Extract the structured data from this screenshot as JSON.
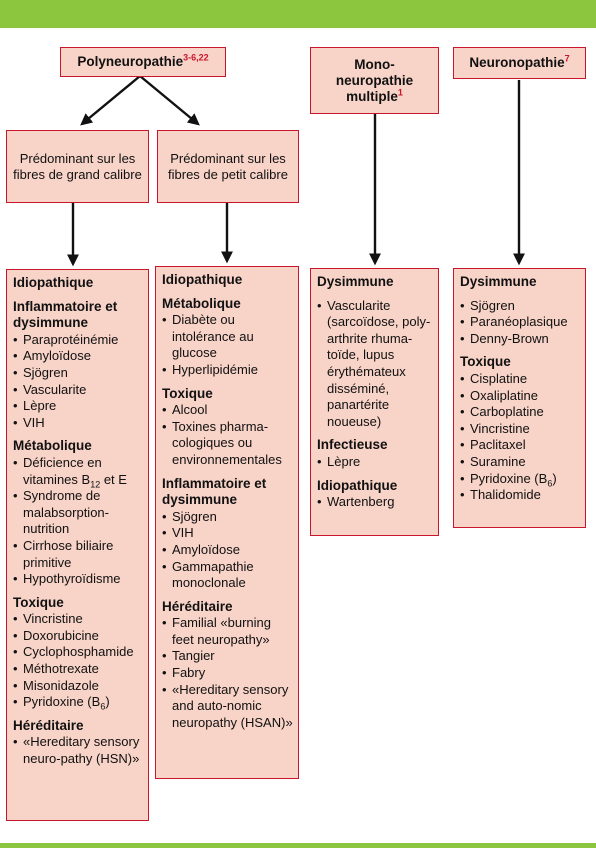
{
  "top_nodes": {
    "poly": {
      "label": "Polyneuropathie",
      "ref": "3-6,22"
    },
    "mono": {
      "label": "Mono-neuropathie multiple",
      "ref": "1"
    },
    "neuro": {
      "label": "Neuronopathie",
      "ref": "7"
    }
  },
  "sub_nodes": {
    "large": "Prédominant sur les fibres de grand calibre",
    "small": "Prédominant sur les fibres de petit calibre"
  },
  "columns": {
    "large": {
      "s1": "Idiopathique",
      "s2": "Inflammatoire et dysimmune",
      "s2_items": [
        "Paraprotéinémie",
        "Amyloïdose",
        "Sjögren",
        "Vascularite",
        "Lèpre",
        "VIH"
      ],
      "s3": "Métabolique",
      "s3_item1_main": "Déficience en vitamines B",
      "s3_item1_sub": "12",
      "s3_item1_tail": " et E",
      "s3_items": [
        "Syndrome de malabsorption-nutrition",
        "Cirrhose biliaire primitive",
        "Hypothyroïdisme"
      ],
      "s4": "Toxique",
      "s4_items": [
        "Vincristine",
        "Doxorubicine",
        "Cyclophosphamide",
        "Méthotrexate",
        "Misonidazole"
      ],
      "s4_last_main": "Pyridoxine (B",
      "s4_last_sub": "6",
      "s4_last_tail": ")",
      "s5": "Héréditaire",
      "s5_items": [
        "«Hereditary sensory neuro-pathy (HSN)»"
      ]
    },
    "small": {
      "s1": "Idiopathique",
      "s2": "Métabolique",
      "s2_items": [
        "Diabète ou intolérance au glucose",
        "Hyperlipidémie"
      ],
      "s3": "Toxique",
      "s3_items": [
        "Alcool",
        "Toxines pharma-cologiques ou environnementales"
      ],
      "s4": "Inflammatoire et dysimmune",
      "s4_items": [
        "Sjögren",
        "VIH",
        "Amyloïdose",
        "Gammapathie monoclonale"
      ],
      "s5": "Héréditaire",
      "s5_items": [
        "Familial «burning feet neuropathy»",
        "Tangier",
        "Fabry",
        "«Hereditary sensory and auto-nomic neuropathy (HSAN)»"
      ]
    },
    "mono": {
      "s1": "Dysimmune",
      "s1_items": [
        "Vascularite (sarcoïdose, poly-arthrite rhuma-toïde, lupus érythémateux disséminé, panartérite noueuse)"
      ],
      "s2": "Infectieuse",
      "s2_items": [
        "Lèpre"
      ],
      "s3": "Idiopathique",
      "s3_items": [
        "Wartenberg"
      ]
    },
    "neuro": {
      "s1": "Dysimmune",
      "s1_items": [
        "Sjögren",
        "Paranéoplasique",
        "Denny-Brown"
      ],
      "s2": "Toxique",
      "s2_items": [
        "Cisplatine",
        "Oxaliplatine",
        "Carboplatine",
        "Vincristine",
        "Paclitaxel",
        "Suramine"
      ],
      "s2_b6_main": "Pyridoxine (B",
      "s2_b6_sub": "6",
      "s2_b6_tail": ")",
      "s2_last": "Thalidomide"
    }
  },
  "colors": {
    "box_fill": "#f8d3c8",
    "box_border": "#c8162c",
    "bar": "#8cc63e",
    "ref": "#c8162c"
  }
}
